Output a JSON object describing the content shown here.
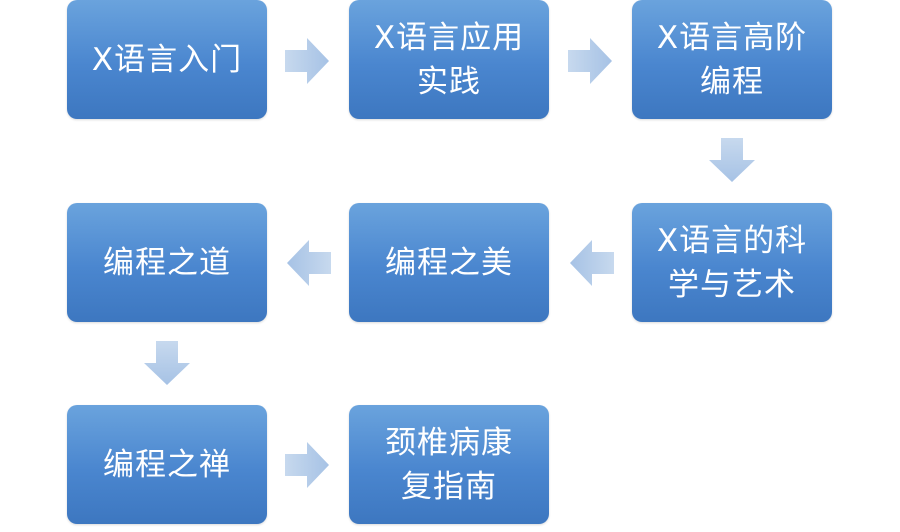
{
  "diagram": {
    "nodes": [
      {
        "id": "n1",
        "label": "X语言入门"
      },
      {
        "id": "n2",
        "label": "X语言应用\n实践"
      },
      {
        "id": "n3",
        "label": "X语言高阶\n编程"
      },
      {
        "id": "n4",
        "label": "X语言的科\n学与艺术"
      },
      {
        "id": "n5",
        "label": "编程之美"
      },
      {
        "id": "n6",
        "label": "编程之道"
      },
      {
        "id": "n7",
        "label": "编程之禅"
      },
      {
        "id": "n8",
        "label": "颈椎病康\n复指南"
      }
    ],
    "edges": [
      {
        "from": "n1",
        "to": "n2",
        "direction": "right"
      },
      {
        "from": "n2",
        "to": "n3",
        "direction": "right"
      },
      {
        "from": "n3",
        "to": "n4",
        "direction": "down"
      },
      {
        "from": "n4",
        "to": "n5",
        "direction": "left"
      },
      {
        "from": "n5",
        "to": "n6",
        "direction": "left"
      },
      {
        "from": "n6",
        "to": "n7",
        "direction": "down"
      },
      {
        "from": "n7",
        "to": "n8",
        "direction": "right"
      }
    ],
    "colors": {
      "node_fill": "#4a86cf",
      "node_text": "#ffffff",
      "arrow_fill": "#b4cbe8"
    }
  }
}
